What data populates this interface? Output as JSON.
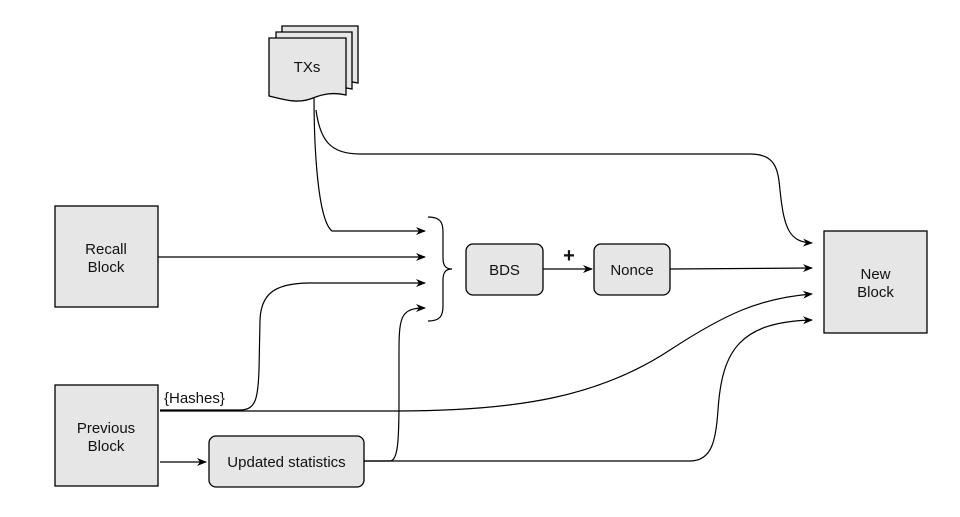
{
  "nodes": {
    "txs": "TXs",
    "recall_block": [
      "Recall",
      "Block"
    ],
    "previous_block": [
      "Previous",
      "Block"
    ],
    "updated_statistics": "Updated statistics",
    "bds": "BDS",
    "nonce": "Nonce",
    "new_block": [
      "New",
      "Block"
    ]
  },
  "labels": {
    "hashes": "{Hashes}",
    "plus": "+"
  }
}
